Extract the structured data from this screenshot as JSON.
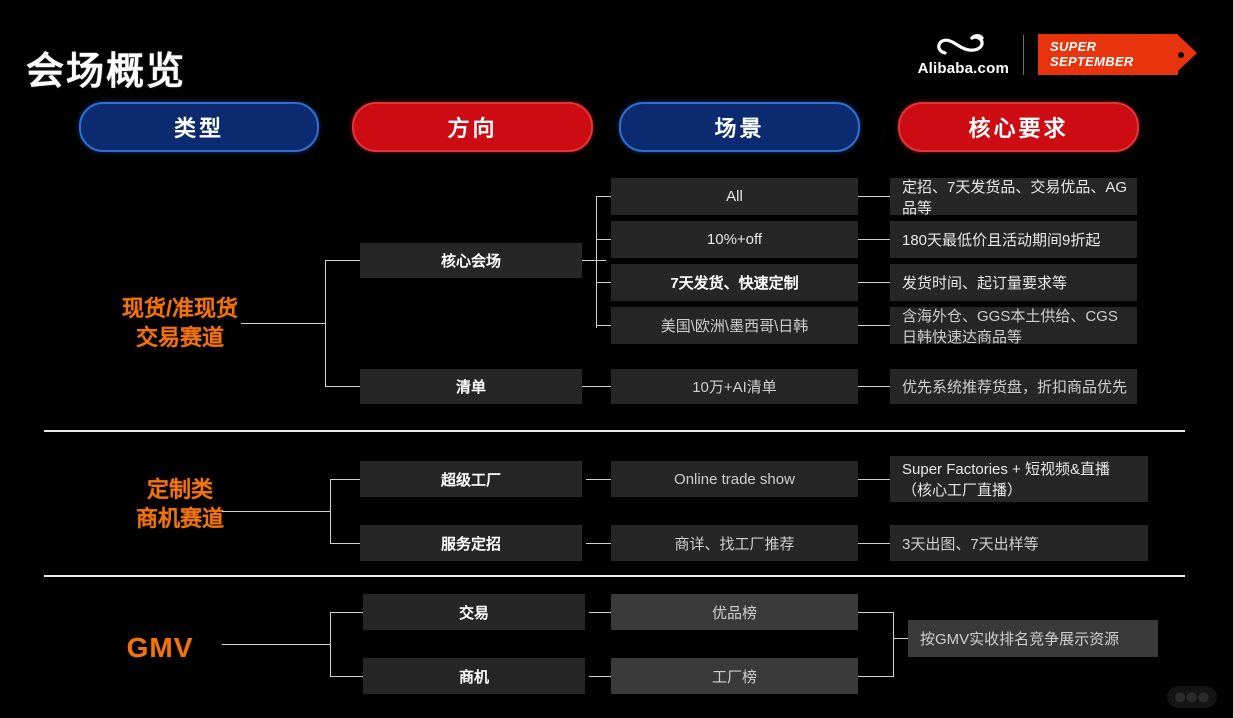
{
  "header": {
    "title": "会场概览",
    "brand": {
      "mark": "logo-mark",
      "name": "Alibaba.com",
      "tag_line1": "SUPER",
      "tag_line2": "SEPTEMBER"
    }
  },
  "columns": [
    {
      "label": "类型",
      "color": "#0b2a70"
    },
    {
      "label": "方向",
      "color": "#cc0b12"
    },
    {
      "label": "场景",
      "color": "#0b2a70"
    },
    {
      "label": "核心要求",
      "color": "#cc0b12"
    }
  ],
  "sections": [
    {
      "track": "现货/准现货\n交易赛道",
      "track_line1": "现货/准现货",
      "track_line2": "交易赛道",
      "directions": [
        {
          "label": "核心会场",
          "scenes": [
            {
              "scene": "All",
              "requirement": "定招、7天发货品、交易优品、AG品等"
            },
            {
              "scene": "10%+off",
              "requirement": "180天最低价且活动期间9折起"
            },
            {
              "scene": "7天发货、快速定制",
              "requirement": "发货时间、起订量要求等"
            },
            {
              "scene": "美国\\欧洲\\墨西哥\\日韩",
              "requirement": "含海外仓、GGS本土供给、CGS日韩快速达商品等"
            }
          ]
        },
        {
          "label": "清单",
          "scenes": [
            {
              "scene": "10万+AI清单",
              "requirement": "优先系统推荐货盘，折扣商品优先"
            }
          ]
        }
      ]
    },
    {
      "track_line1": "定制类",
      "track_line2": "商机赛道",
      "directions": [
        {
          "label": "超级工厂",
          "scenes": [
            {
              "scene": "Online trade show",
              "requirement_line1": "Super Factories  + 短视频&直播",
              "requirement_line2": "（核心工厂直播）"
            }
          ]
        },
        {
          "label": "服务定招",
          "scenes": [
            {
              "scene": "商详、找工厂推荐",
              "requirement": "3天出图、7天出样等"
            }
          ]
        }
      ]
    },
    {
      "track_line1": "GMV",
      "directions": [
        {
          "label": "交易",
          "scenes": [
            {
              "scene": "优品榜"
            }
          ]
        },
        {
          "label": "商机",
          "scenes": [
            {
              "scene": "工厂榜"
            }
          ]
        }
      ],
      "merged_requirement": "按GMV实收排名竞争展示资源"
    }
  ],
  "watermark": "watermark"
}
